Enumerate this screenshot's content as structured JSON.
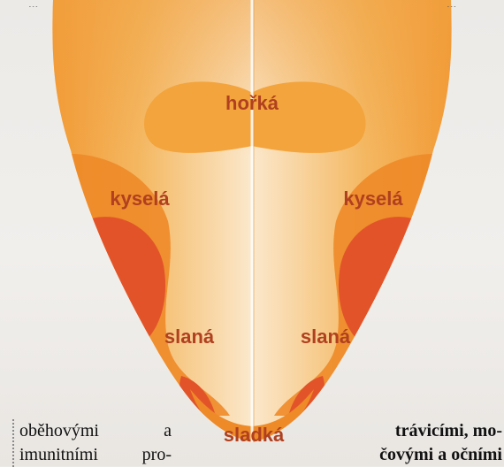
{
  "diagram": {
    "colors": {
      "tongue_light": "#fbe4c4",
      "tongue_mid": "#f4b862",
      "tongue_edge": "#f29a35",
      "zone_bitter": "#f3a43c",
      "zone_orange": "#ee8a28",
      "zone_red": "#e2532a",
      "label": "#b0401f"
    },
    "labels": {
      "bitter": "hořká",
      "sour_left": "kyselá",
      "sour_right": "kyselá",
      "salty_left": "slaná",
      "salty_right": "slaná",
      "sweet": "sladká"
    }
  },
  "text": {
    "top_left_fragment": "...",
    "top_right_fragment": "...",
    "left_line1_word1": "oběhovými",
    "left_line1_word2": "a",
    "left_line2_word1": "imunitními",
    "left_line2_word2": "pro-",
    "right_line1": "trávicími, mo-",
    "right_line2": "čovými a očními"
  }
}
